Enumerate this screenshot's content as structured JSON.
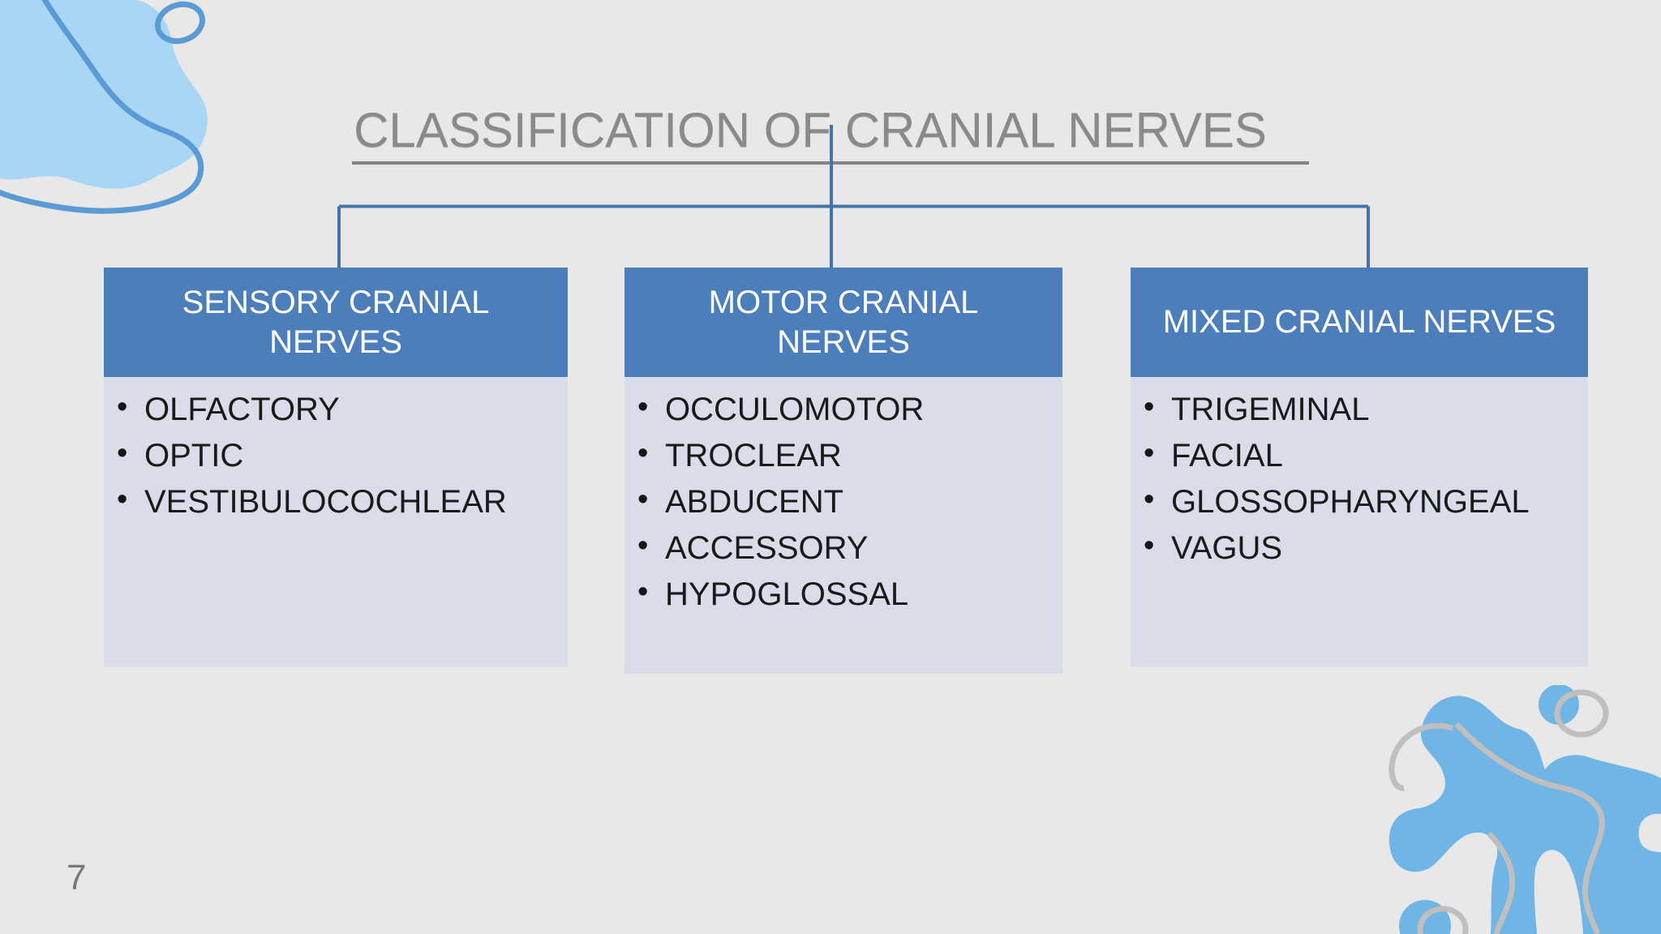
{
  "slide": {
    "title": "CLASSIFICATION OF CRANIAL NERVES",
    "page_number": "7",
    "boxes": [
      {
        "id": "sensory",
        "header": "SENSORY CRANIAL NERVES",
        "items": [
          "OLFACTORY",
          "OPTIC",
          "VESTIBULOCOCHLEAR"
        ]
      },
      {
        "id": "motor",
        "header": "MOTOR CRANIAL NERVES",
        "items": [
          "OCCULOMOTOR",
          "TROCLEAR",
          "ABDUCENT",
          "ACCESSORY",
          "HYPOGLOSSAL"
        ]
      },
      {
        "id": "mixed",
        "header": "MIXED CRANIAL NERVES",
        "items": [
          "TRIGEMINAL",
          "FACIAL",
          "GLOSSOPHARYNGEAL",
          "VAGUS"
        ]
      }
    ],
    "colors": {
      "background": "#e8e8e8",
      "box_header_blue": "#4d7ebc",
      "box_body_fill": "#d8dde9",
      "connector_blue": "#4273ab",
      "title_gray": "#8a8a8a",
      "body_text": "#1a1a1a",
      "decor_light_blue_fill": "#a9d6f5",
      "decor_blue_fill": "#6fb5e5",
      "decor_blue_outline": "#5b9bd5",
      "decor_gray_line": "#bfbfbf",
      "page_number_gray": "#787878"
    }
  }
}
